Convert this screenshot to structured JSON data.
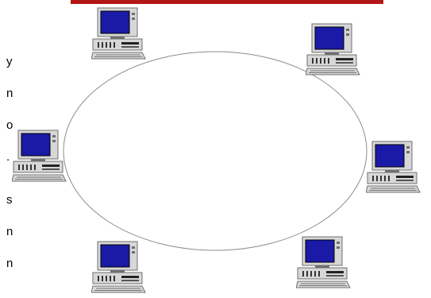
{
  "diagram": {
    "topology": "ring",
    "node_count": 6,
    "colors": {
      "accent_rule": "#b21616",
      "ring_stroke": "#8c8c8c",
      "screen": "#1a1aa6",
      "case": "#d7d7d7",
      "case_dark": "#6f6f6f"
    },
    "icon_name": "desktop-computer-icon"
  },
  "side_text": {
    "fragments": [
      "y",
      "n",
      "o",
      ".",
      "s",
      "n",
      "n"
    ]
  }
}
